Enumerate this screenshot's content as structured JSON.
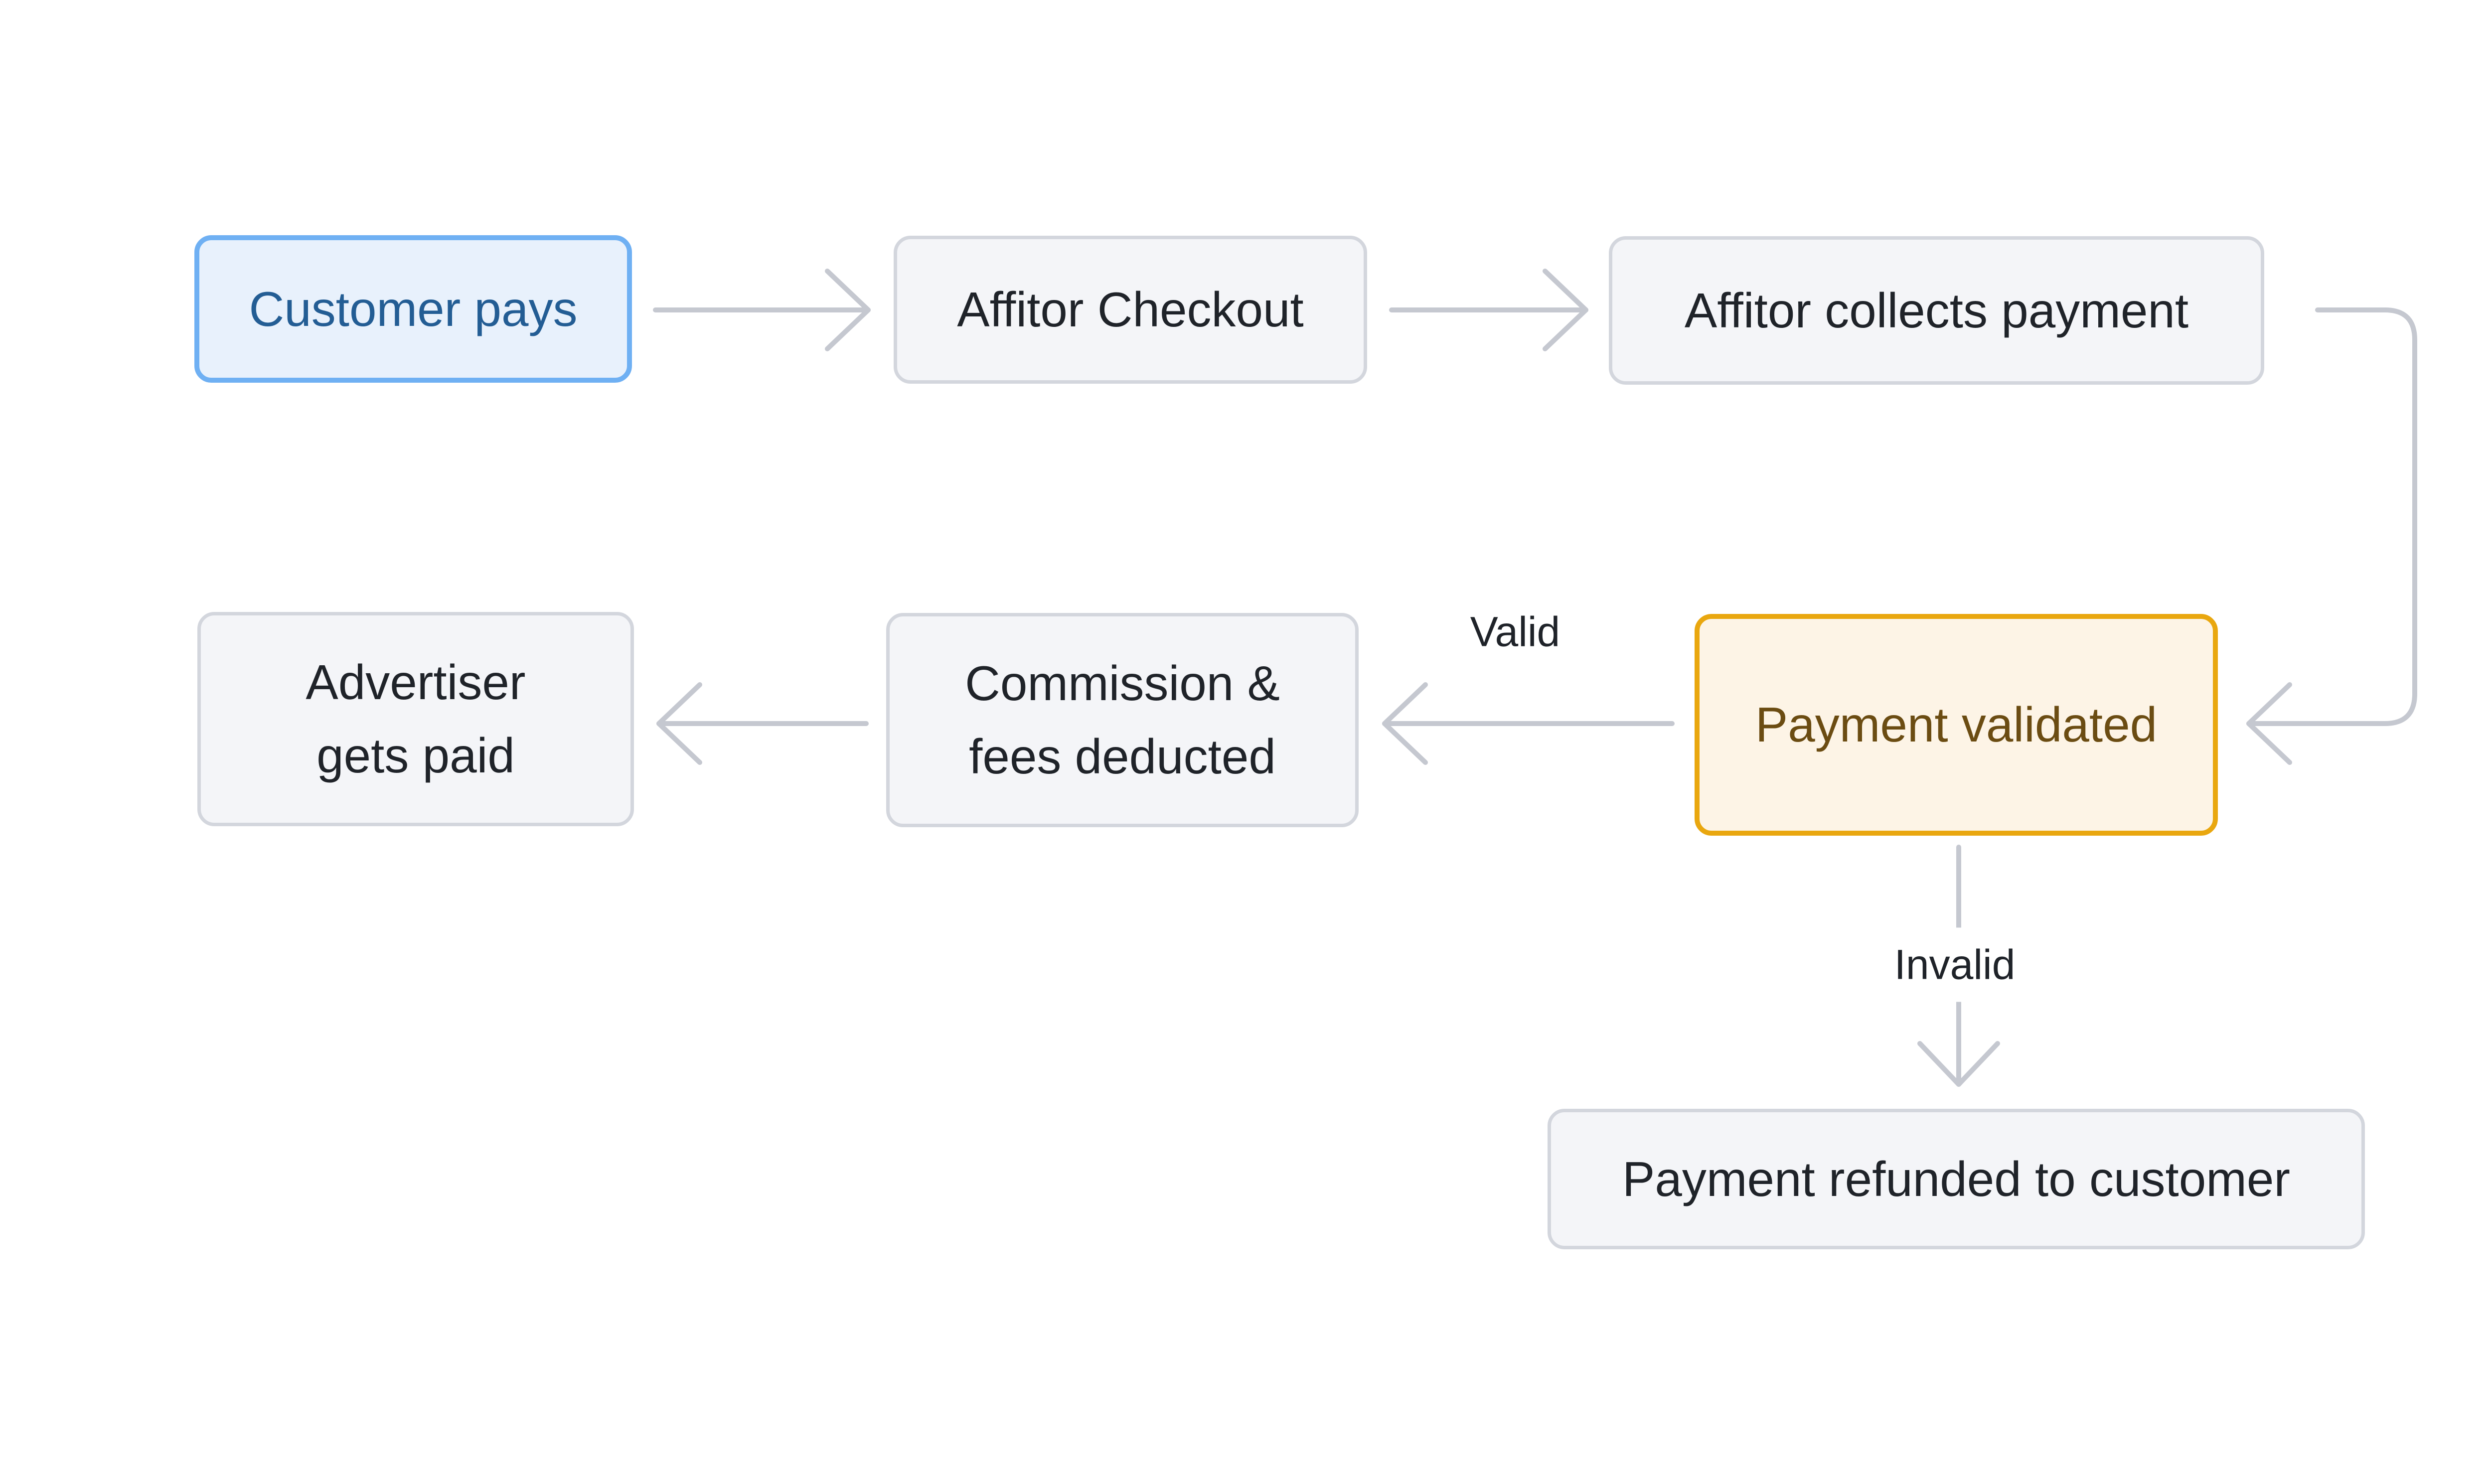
{
  "diagram": {
    "nodes": [
      {
        "id": "customer-pays",
        "label": "Customer pays",
        "variant": "blue"
      },
      {
        "id": "affitor-checkout",
        "label": "Affitor Checkout",
        "variant": "gray"
      },
      {
        "id": "affitor-collects-payment",
        "label": "Affitor collects payment",
        "variant": "gray"
      },
      {
        "id": "payment-validated",
        "label": "Payment validated",
        "variant": "orange"
      },
      {
        "id": "commission-fees-deducted",
        "label": "Commission &\nfees deducted",
        "variant": "gray"
      },
      {
        "id": "advertiser-gets-paid",
        "label": "Advertiser\ngets paid",
        "variant": "gray"
      },
      {
        "id": "payment-refunded",
        "label": "Payment refunded to customer",
        "variant": "gray"
      }
    ],
    "edges": [
      {
        "from": "customer-pays",
        "to": "affitor-checkout",
        "label": ""
      },
      {
        "from": "affitor-checkout",
        "to": "affitor-collects-payment",
        "label": ""
      },
      {
        "from": "affitor-collects-payment",
        "to": "payment-validated",
        "label": ""
      },
      {
        "from": "payment-validated",
        "to": "commission-fees-deducted",
        "label": "Valid"
      },
      {
        "from": "commission-fees-deducted",
        "to": "advertiser-gets-paid",
        "label": ""
      },
      {
        "from": "payment-validated",
        "to": "payment-refunded",
        "label": "Invalid"
      }
    ],
    "colors": {
      "bg": "#ffffff",
      "node-fill-gray": "#f4f5f8",
      "node-border-gray": "#d3d6dd",
      "node-fill-blue": "#e8f1fc",
      "node-border-blue": "#6fb0f3",
      "node-fill-orange": "#fdf4e6",
      "node-border-orange": "#e9a70f",
      "text-dark": "#1f2329",
      "text-blue": "#235d94",
      "text-orange": "#6b4c12",
      "arrow-color": "#c5c8d0"
    }
  }
}
